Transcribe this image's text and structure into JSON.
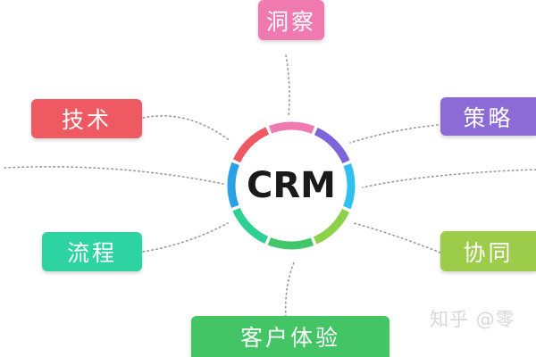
{
  "diagram": {
    "center": {
      "label": "CRM"
    },
    "nodes": [
      {
        "id": "insight",
        "label": "洞察",
        "color": "#f07ab0"
      },
      {
        "id": "strategy",
        "label": "策略",
        "color": "#8d6bd6"
      },
      {
        "id": "tech",
        "label": "技术",
        "color": "#ef5a62"
      },
      {
        "id": "collab",
        "label": "协同",
        "color": "#9ccc4a"
      },
      {
        "id": "process",
        "label": "流程",
        "color": "#2ed3a2"
      },
      {
        "id": "cx",
        "label": "客户体验",
        "color": "#43c465"
      }
    ],
    "ring_colors": [
      "#f07ab0",
      "#7d64d8",
      "#2fc0ee",
      "#8dd14a",
      "#42c66c",
      "#2dcf92",
      "#2aa1e6",
      "#ef5a62"
    ]
  },
  "watermark": "知乎 @零"
}
